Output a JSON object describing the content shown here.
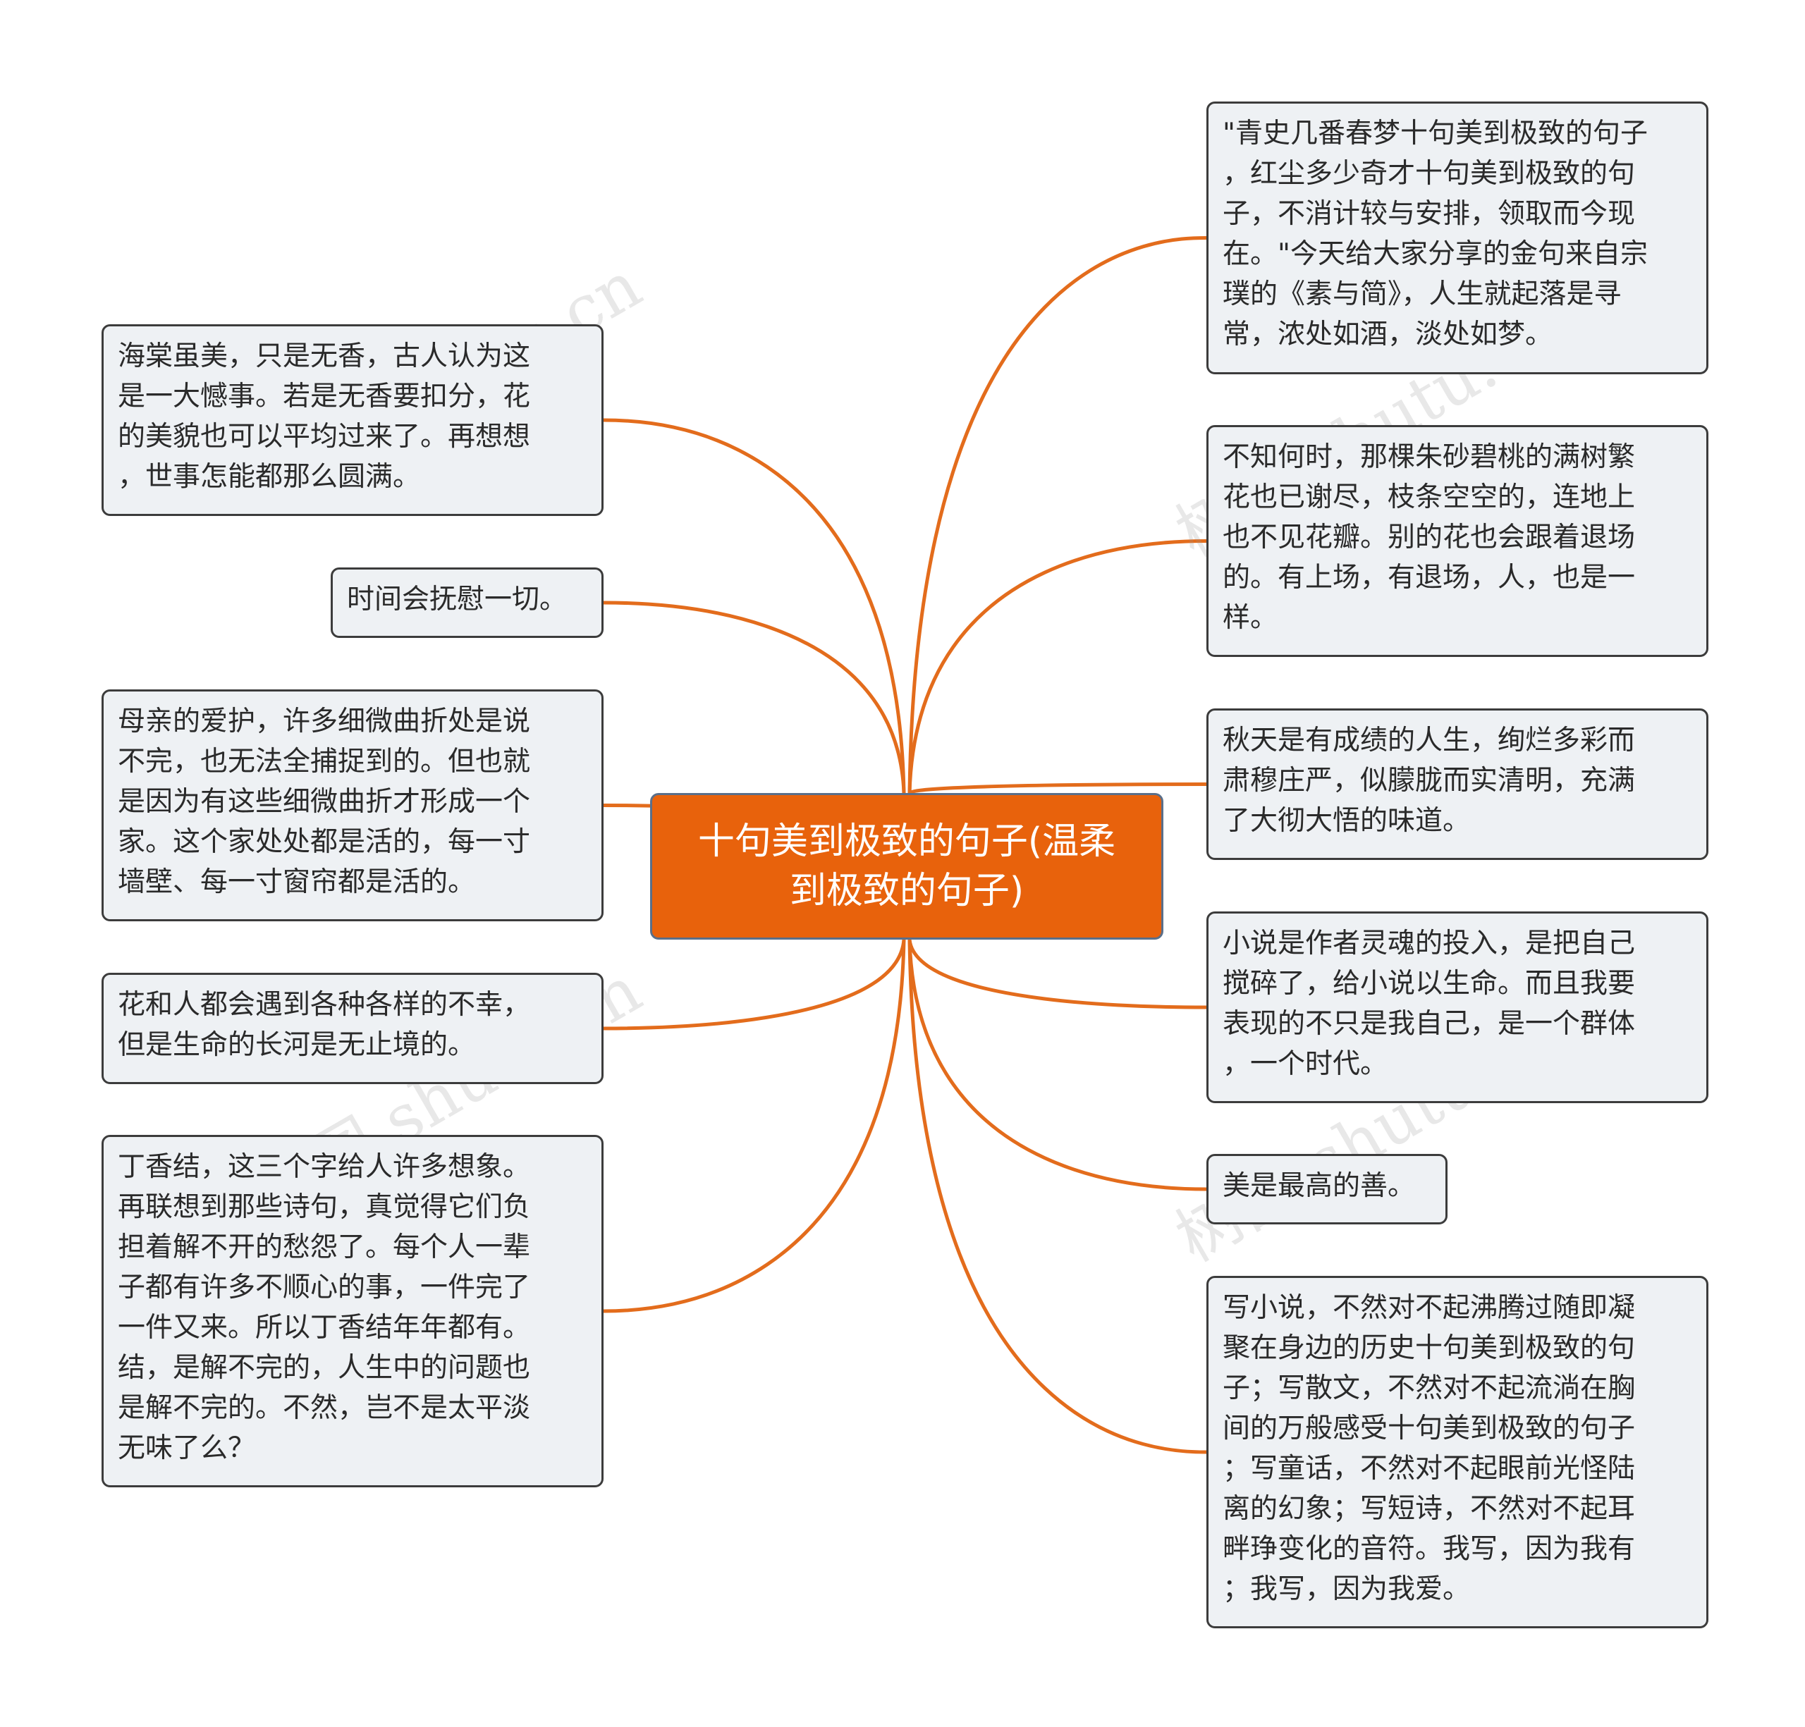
{
  "center": {
    "text": "十句美到极致的句子(温柔\n到极致的句子)"
  },
  "left_nodes": [
    {
      "text": "海棠虽美，只是无香，古人认为这\n是一大憾事。若是无香要扣分，花\n的美貌也可以平均过来了。再想想\n，世事怎能都那么圆满。"
    },
    {
      "text": "时间会抚慰一切。"
    },
    {
      "text": "母亲的爱护，许多细微曲折处是说\n不完，也无法全捕捉到的。但也就\n是因为有这些细微曲折才形成一个\n家。这个家处处都是活的，每一寸\n墙壁、每一寸窗帘都是活的。"
    },
    {
      "text": "花和人都会遇到各种各样的不幸，\n但是生命的长河是无止境的。"
    },
    {
      "text": "丁香结，这三个字给人许多想象。\n再联想到那些诗句，真觉得它们负\n担着解不开的愁怨了。每个人一辈\n子都有许多不顺心的事，一件完了\n一件又来。所以丁香结年年都有。\n结，是解不完的，人生中的问题也\n是解不完的。不然，岂不是太平淡\n无味了么？"
    }
  ],
  "right_nodes": [
    {
      "text": "\"青史几番春梦十句美到极致的句子\n，红尘多少奇才十句美到极致的句\n子，不消计较与安排，领取而今现\n在。\"今天给大家分享的金句来自宗\n璞的《素与简》，人生就起落是寻\n常，浓处如酒，淡处如梦。"
    },
    {
      "text": "不知何时，那棵朱砂碧桃的满树繁\n花也已谢尽，枝条空空的，连地上\n也不见花瓣。别的花也会跟着退场\n的。有上场，有退场，人，也是一\n样。"
    },
    {
      "text": "秋天是有成绩的人生，绚烂多彩而\n肃穆庄严，似朦胧而实清明，充满\n了大彻大悟的味道。"
    },
    {
      "text": "小说是作者灵魂的投入，是把自己\n搅碎了，给小说以生命。而且我要\n表现的不只是我自己，是一个群体\n，一个时代。"
    },
    {
      "text": "美是最高的善。"
    },
    {
      "text": "写小说，不然对不起沸腾过随即凝\n聚在身边的历史十句美到极致的句\n子；写散文，不然对不起流淌在胸\n间的万般感受十句美到极致的句子\n；写童话，不然对不起眼前光怪陆\n离的幻象；写短诗，不然对不起耳\n畔琤变化的音符。我写，因为我有\n；我写，因为我爱。"
    }
  ],
  "watermark": "树图 shutu.cn",
  "colors": {
    "connector": "#e36c1c",
    "center_fill": "#e8620c",
    "node_fill": "#eef1f4",
    "node_border": "#3c3c3c"
  }
}
